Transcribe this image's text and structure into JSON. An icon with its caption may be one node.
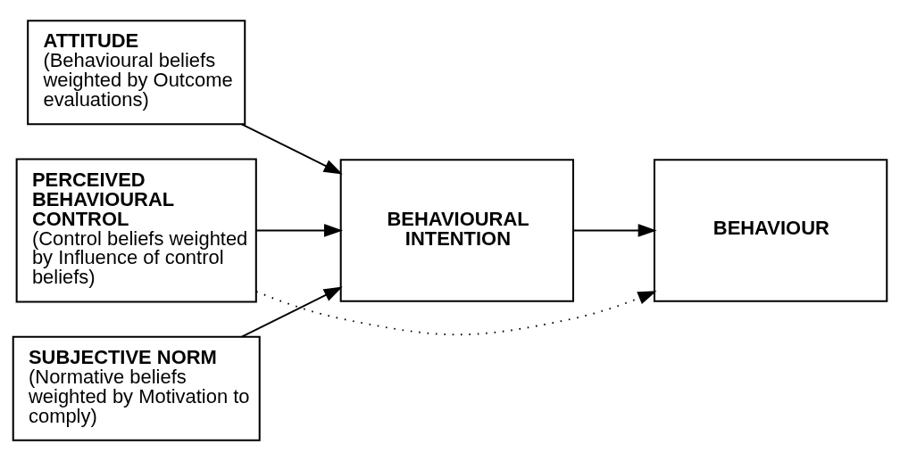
{
  "diagram": {
    "nodes": [
      {
        "text": [
          "ATTITUDE",
          "(Behavioural beliefs weighted by Outcome evaluations)"
        ]
      },
      {
        "text": [
          "SUBJECTIVE NORM",
          "(Normative beliefs weighted by Motivation to comply)"
        ]
      },
      {
        "text": [
          "PERCEIVED BEHAVIOURAL CONTROL",
          "(Control beliefs weighted by Influence of control beliefs)"
        ]
      },
      {
        "text": [
          "BEHAVIOURAL INTENTION"
        ]
      },
      {
        "text": [
          "BEHAVIOUR"
        ]
      }
    ],
    "edges": [
      {
        "from": 0,
        "to": 3,
        "arrow": "to"
      },
      {
        "from": 1,
        "to": 3,
        "arrow": "to"
      },
      {
        "from": 2,
        "to": 3,
        "arrow": "to"
      },
      {
        "from": 3,
        "to": 4,
        "arrow": "to"
      },
      {
        "from": 2,
        "to": 4,
        "arrow": "to",
        "style": "dashed"
      }
    ]
  }
}
